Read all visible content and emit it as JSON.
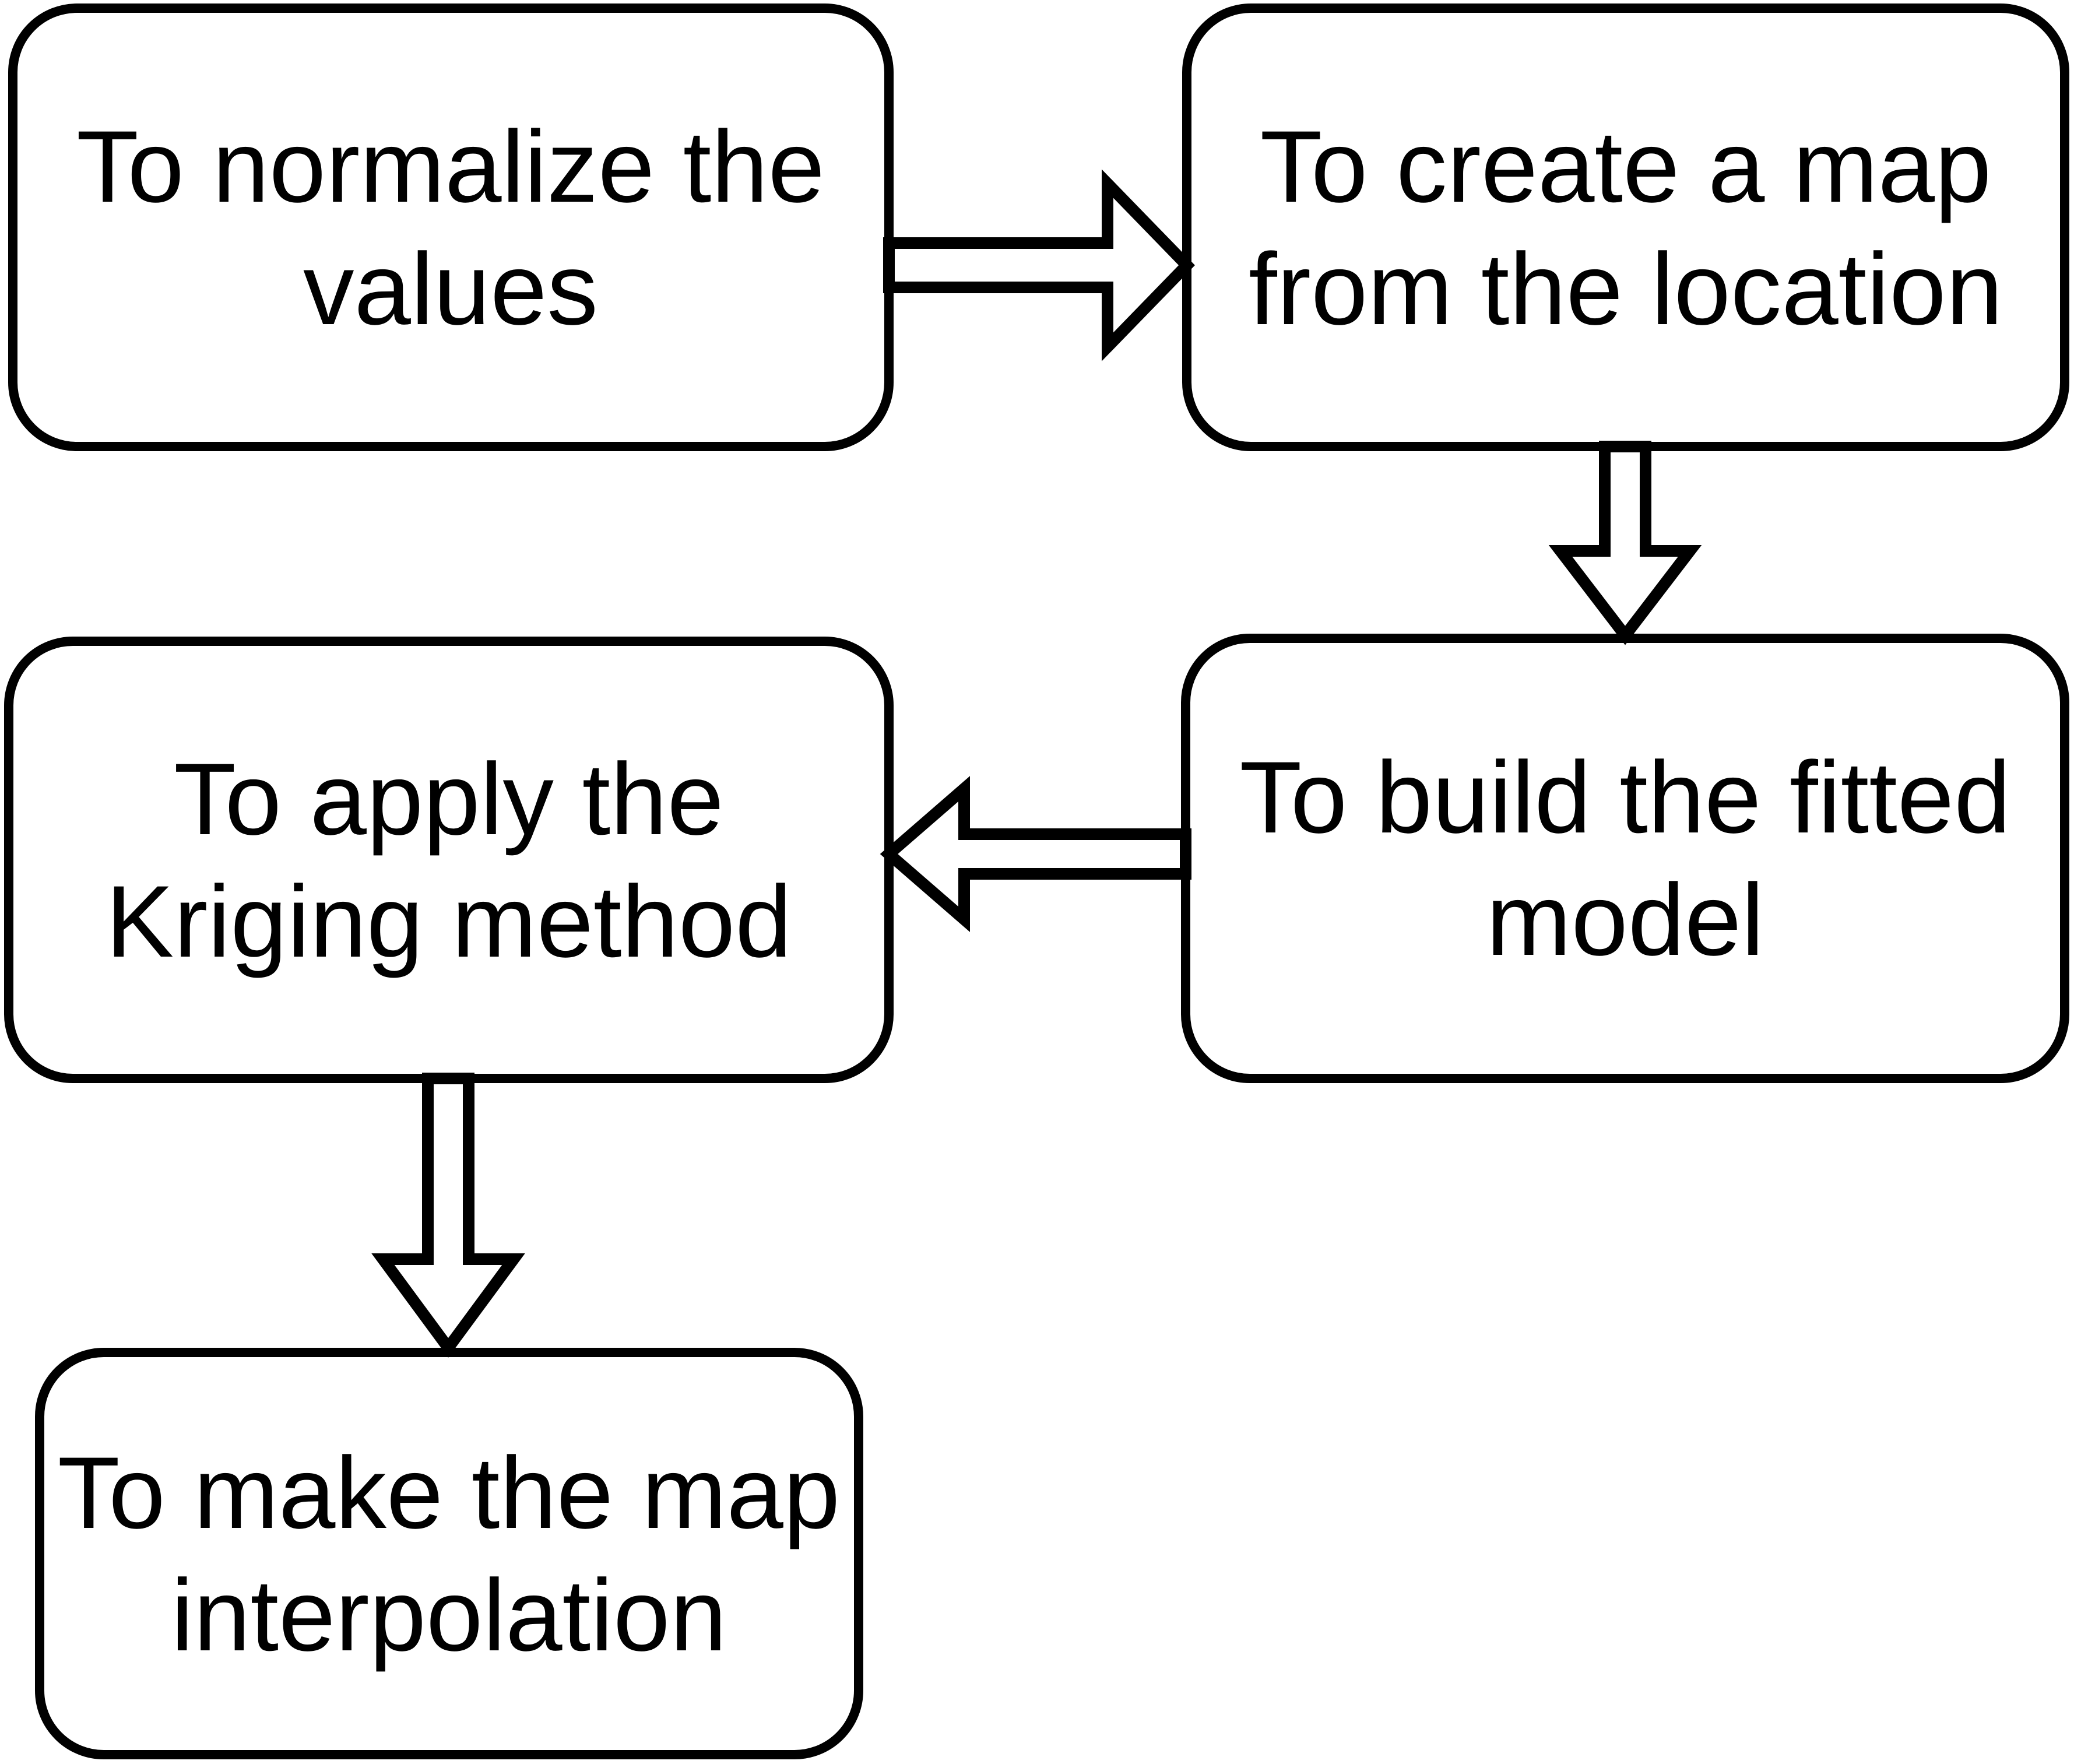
{
  "diagram": {
    "type": "flowchart",
    "colors": {
      "background": "#ffffff",
      "node_fill": "#ffffff",
      "node_stroke": "#000000",
      "arrow_fill": "#ffffff",
      "arrow_stroke": "#000000",
      "text": "#000000"
    },
    "nodes": [
      {
        "id": "normalize-values",
        "label": "To normalize the values",
        "lines": [
          "To normalize the",
          "values"
        ]
      },
      {
        "id": "create-map",
        "label": "To create a map from the location",
        "lines": [
          "To create a map",
          "from the location"
        ]
      },
      {
        "id": "build-fitted-model",
        "label": "To build the fitted model",
        "lines": [
          "To build the fitted",
          "model"
        ]
      },
      {
        "id": "apply-kriging-method",
        "label": "To apply the Kriging method",
        "lines": [
          "To apply the",
          "Kriging method"
        ]
      },
      {
        "id": "make-map-interpolation",
        "label": "To make the map interpolation",
        "lines": [
          "To make the map",
          "interpolation"
        ]
      }
    ],
    "edges": [
      {
        "from": "normalize-values",
        "to": "create-map",
        "direction": "right",
        "style": "hollow-block-arrow"
      },
      {
        "from": "create-map",
        "to": "build-fitted-model",
        "direction": "down",
        "style": "hollow-block-arrow"
      },
      {
        "from": "build-fitted-model",
        "to": "apply-kriging-method",
        "direction": "left",
        "style": "hollow-block-arrow"
      },
      {
        "from": "apply-kriging-method",
        "to": "make-map-interpolation",
        "direction": "down",
        "style": "hollow-block-arrow"
      }
    ]
  }
}
